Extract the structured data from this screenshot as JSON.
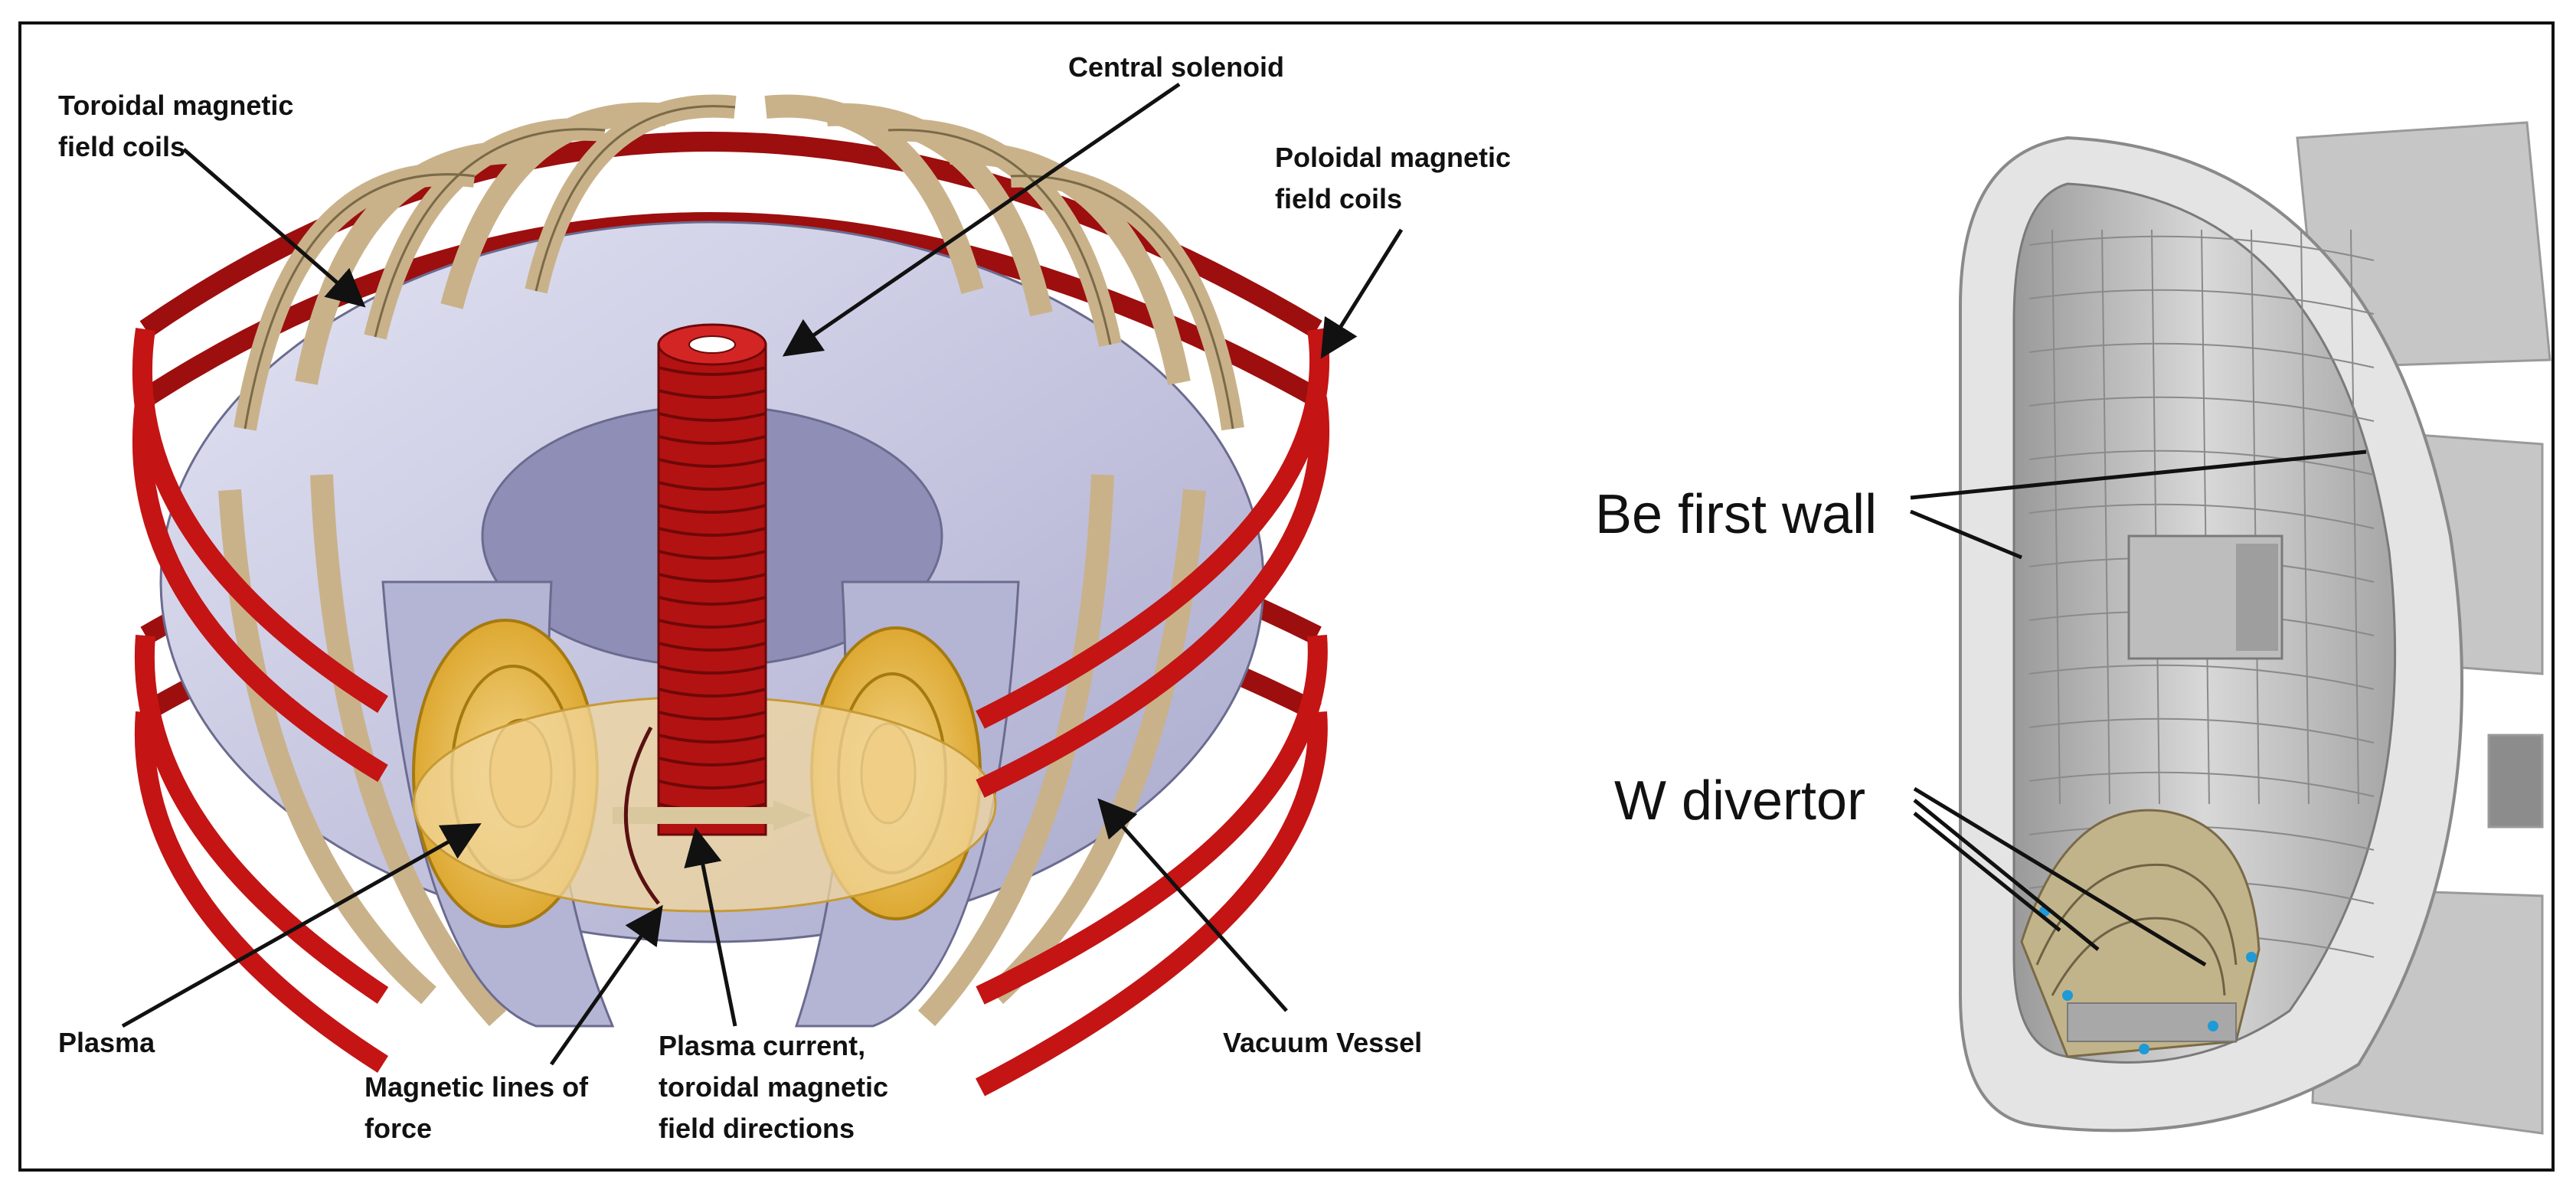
{
  "left_panel": {
    "labels": {
      "toroidal_coils": [
        "Toroidal magnetic",
        "field coils"
      ],
      "central_solenoid": [
        "Central solenoid"
      ],
      "poloidal_coils": [
        "Poloidal magnetic",
        "field coils"
      ],
      "plasma": [
        "Plasma"
      ],
      "magnetic_lines": [
        "Magnetic lines of",
        "force"
      ],
      "plasma_current": [
        "Plasma current,",
        "toroidal magnetic",
        "field directions"
      ],
      "vacuum_vessel": [
        "Vacuum Vessel"
      ]
    },
    "colors": {
      "poloidal_coil": "#c41414",
      "toroidal_coil": "#c9b28a",
      "vessel": "#c9c9e6",
      "plasma": "#e8b830",
      "solenoid": "#b31212"
    }
  },
  "right_panel": {
    "labels": {
      "first_wall": [
        "Be first wall"
      ],
      "divertor": [
        "W divertor"
      ]
    },
    "colors": {
      "vessel": "#d6d6d6",
      "wall_tiles": "#b8b8b8",
      "divertor": "#c2b48a",
      "coolant": "#1e9ad6"
    }
  }
}
